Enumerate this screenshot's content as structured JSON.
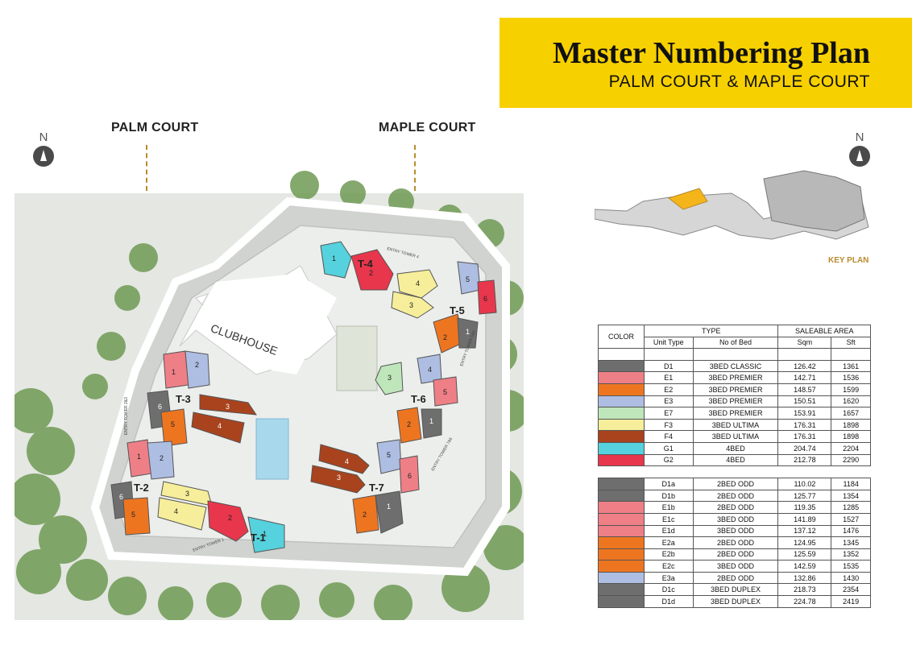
{
  "title": {
    "main": "Master Numbering Plan",
    "sub": "PALM COURT & MAPLE COURT"
  },
  "courts": {
    "palm": "PALM COURT",
    "maple": "MAPLE COURT"
  },
  "north_label": "N",
  "key_plan_label": "KEY PLAN",
  "site": {
    "clubhouse": "CLUBHOUSE",
    "towers": [
      "T-1",
      "T-2",
      "T-3",
      "T-4",
      "T-5",
      "T-6",
      "T-7"
    ],
    "entries": [
      "ENTRY TOWER 4",
      "ENTRY TOWER 5&6",
      "ENTRY TOWER 2&3",
      "ENTRY TOWER 7&6",
      "ENTRY TOWER 1"
    ]
  },
  "colors": {
    "D": "#6e6e6e",
    "E1": "#ef7f86",
    "E2": "#ee7520",
    "E3": "#aebde2",
    "E7": "#bfe6bb",
    "F3": "#f6ee9a",
    "F4": "#a9431d",
    "G1": "#55d2dd",
    "G2": "#e8364c"
  },
  "table": {
    "headers": {
      "color": "COLOR",
      "type": "TYPE",
      "area": "SALEABLE AREA",
      "unit_type": "Unit Type",
      "bed": "No of Bed",
      "sqm": "Sqm",
      "sft": "Sft"
    },
    "group1": [
      {
        "unit": "D1",
        "bed": "3BED CLASSIC",
        "sqm": "126.42",
        "sft": "1361",
        "color": "#6e6e6e"
      },
      {
        "unit": "E1",
        "bed": "3BED PREMIER",
        "sqm": "142.71",
        "sft": "1536",
        "color": "#ef7f86"
      },
      {
        "unit": "E2",
        "bed": "3BED PREMIER",
        "sqm": "148.57",
        "sft": "1599",
        "color": "#ee7520"
      },
      {
        "unit": "E3",
        "bed": "3BED PREMIER",
        "sqm": "150.51",
        "sft": "1620",
        "color": "#aebde2"
      },
      {
        "unit": "E7",
        "bed": "3BED PREMIER",
        "sqm": "153.91",
        "sft": "1657",
        "color": "#bfe6bb"
      },
      {
        "unit": "F3",
        "bed": "3BED ULTIMA",
        "sqm": "176.31",
        "sft": "1898",
        "color": "#f6ee9a"
      },
      {
        "unit": "F4",
        "bed": "3BED ULTIMA",
        "sqm": "176.31",
        "sft": "1898",
        "color": "#a9431d"
      },
      {
        "unit": "G1",
        "bed": "4BED",
        "sqm": "204.74",
        "sft": "2204",
        "color": "#55d2dd"
      },
      {
        "unit": "G2",
        "bed": "4BED",
        "sqm": "212.78",
        "sft": "2290",
        "color": "#e8364c"
      }
    ],
    "group2": [
      {
        "unit": "D1a",
        "bed": "2BED ODD",
        "sqm": "110.02",
        "sft": "1184",
        "color": "#6e6e6e"
      },
      {
        "unit": "D1b",
        "bed": "2BED ODD",
        "sqm": "125.77",
        "sft": "1354",
        "color": "#6e6e6e"
      },
      {
        "unit": "E1b",
        "bed": "2BED ODD",
        "sqm": "119.35",
        "sft": "1285",
        "color": "#ef7f86"
      },
      {
        "unit": "E1c",
        "bed": "3BED ODD",
        "sqm": "141.89",
        "sft": "1527",
        "color": "#ef7f86"
      },
      {
        "unit": "E1d",
        "bed": "3BED ODD",
        "sqm": "137.12",
        "sft": "1476",
        "color": "#ef7f86"
      },
      {
        "unit": "E2a",
        "bed": "2BED ODD",
        "sqm": "124.95",
        "sft": "1345",
        "color": "#ee7520"
      },
      {
        "unit": "E2b",
        "bed": "2BED ODD",
        "sqm": "125.59",
        "sft": "1352",
        "color": "#ee7520"
      },
      {
        "unit": "E2c",
        "bed": "3BED ODD",
        "sqm": "142.59",
        "sft": "1535",
        "color": "#ee7520"
      },
      {
        "unit": "E3a",
        "bed": "2BED ODD",
        "sqm": "132.86",
        "sft": "1430",
        "color": "#aebde2"
      },
      {
        "unit": "D1c",
        "bed": "3BED DUPLEX",
        "sqm": "218.73",
        "sft": "2354",
        "color": "#6e6e6e"
      },
      {
        "unit": "D1d",
        "bed": "3BED DUPLEX",
        "sqm": "224.78",
        "sft": "2419",
        "color": "#6e6e6e"
      }
    ]
  }
}
